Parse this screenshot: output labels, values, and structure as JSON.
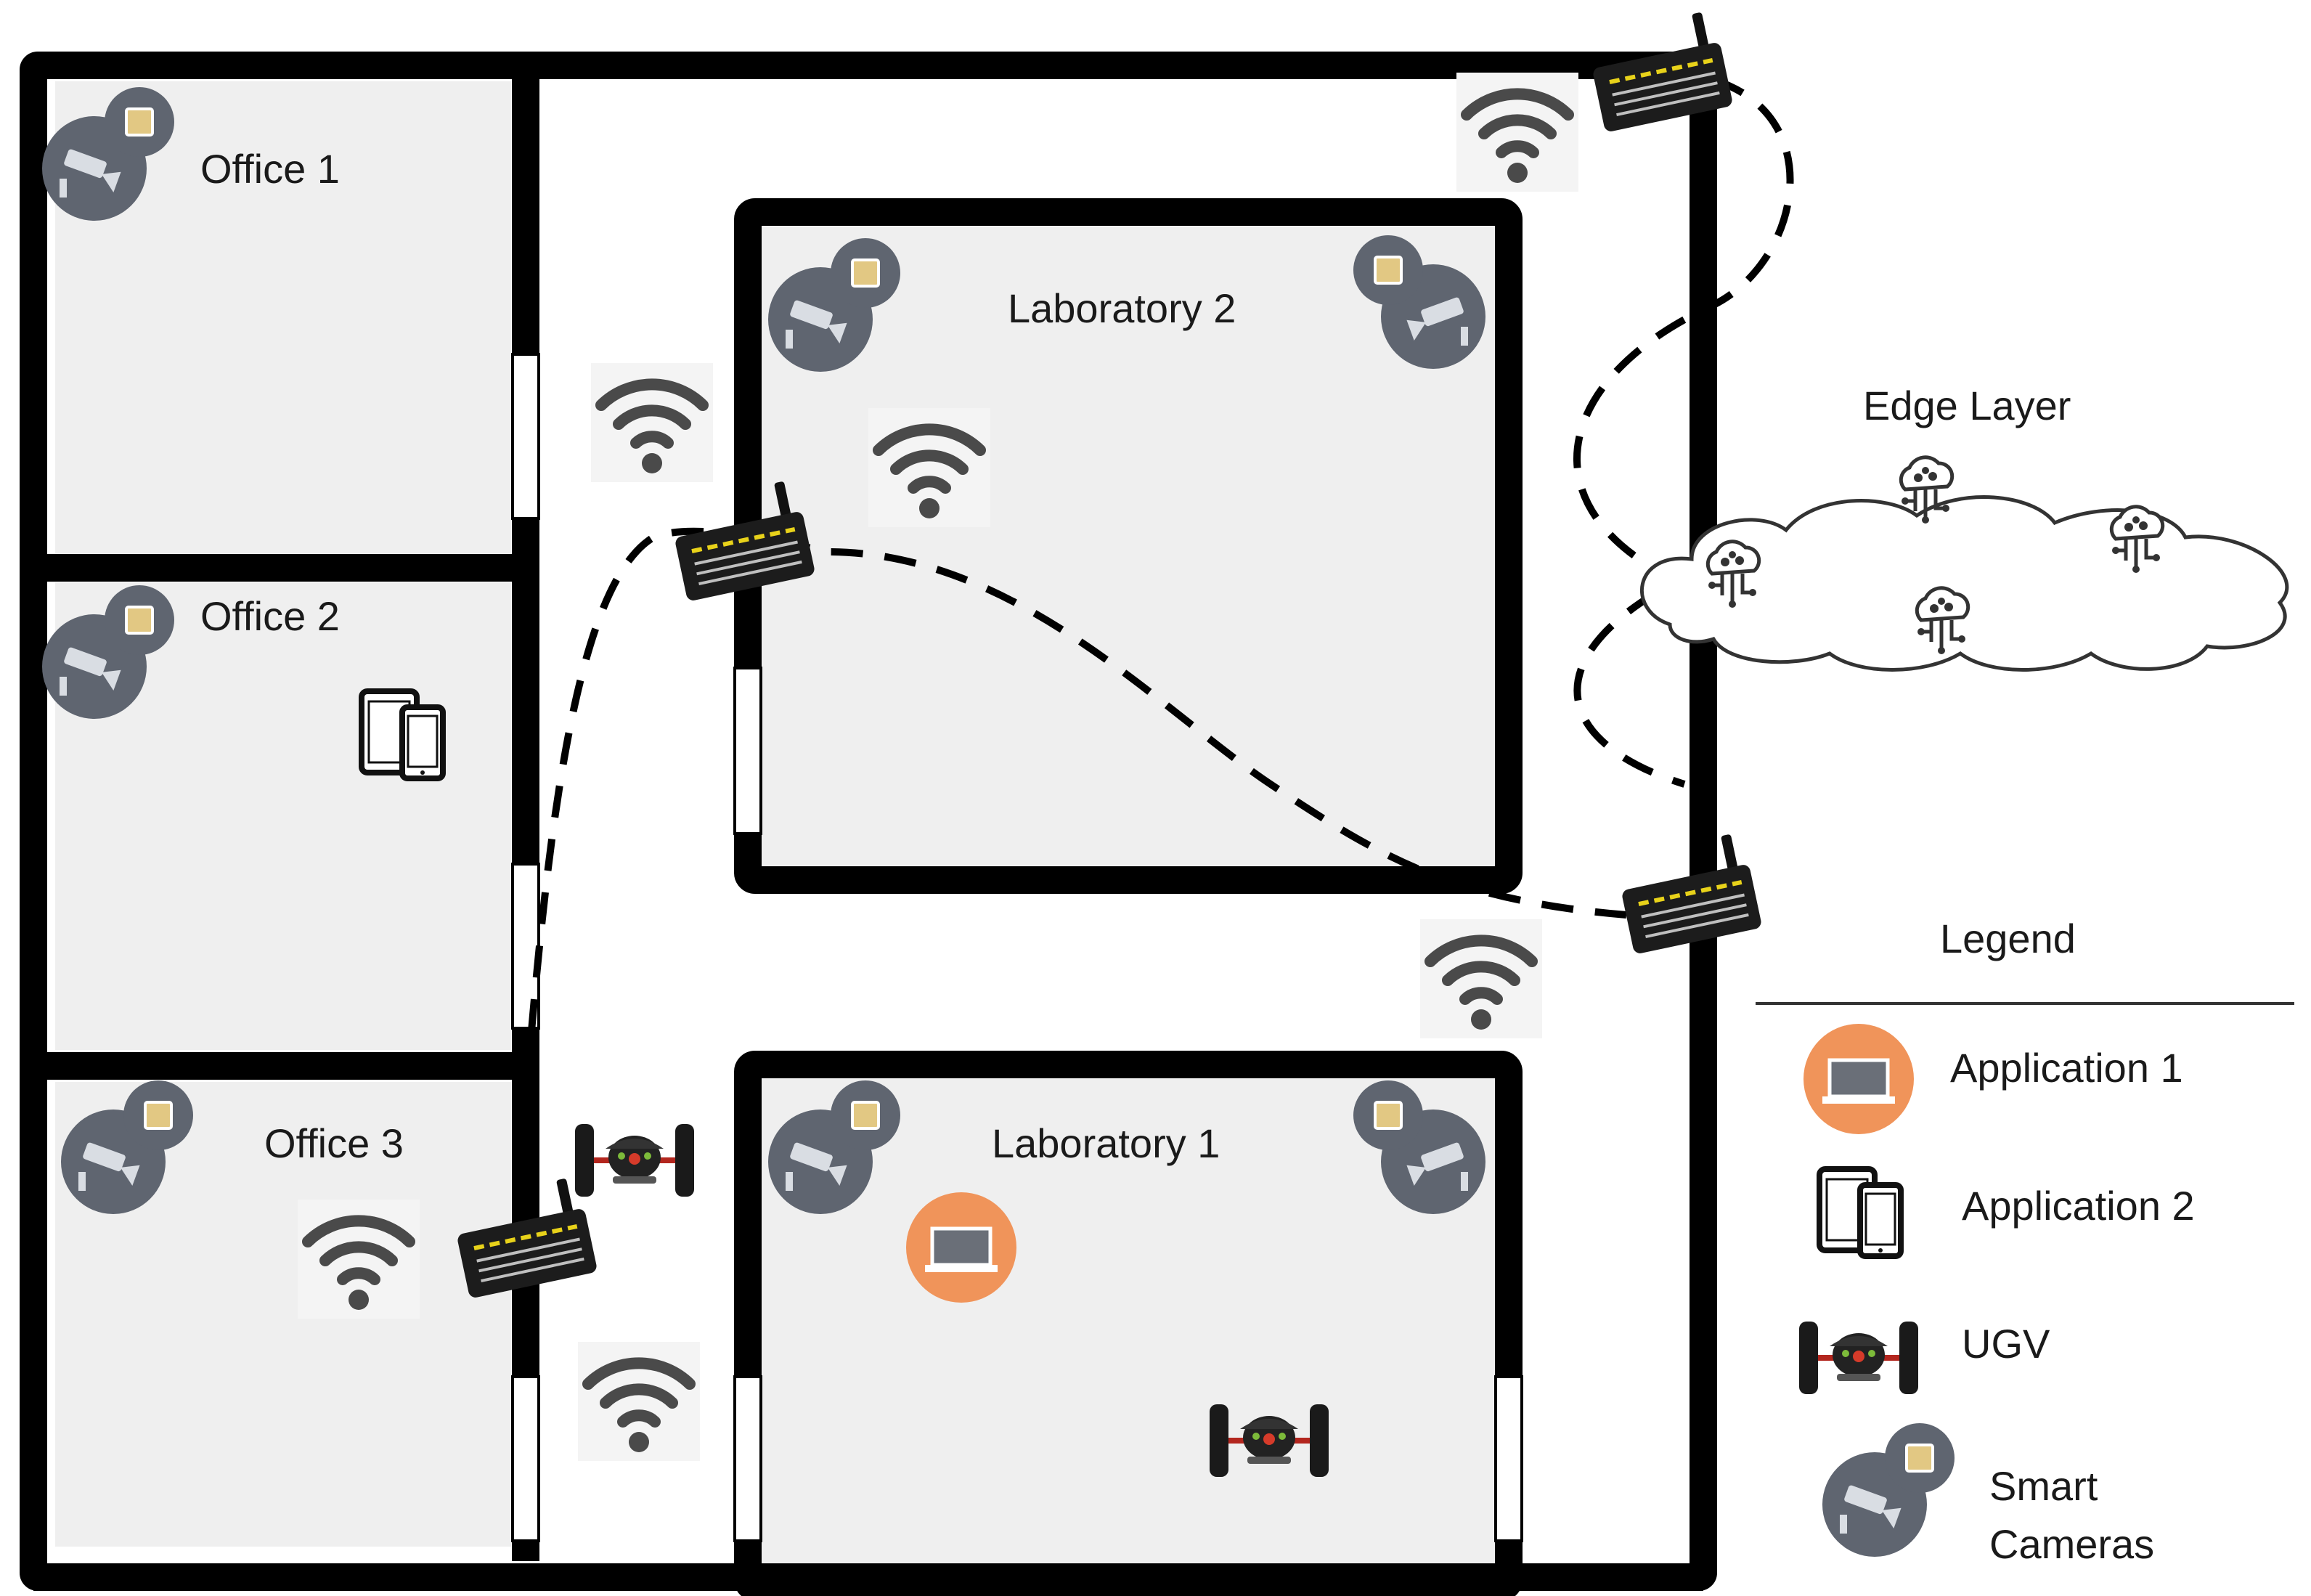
{
  "rooms": {
    "office1": "Office 1",
    "office2": "Office 2",
    "office3": "Office 3",
    "lab1": "Laboratory 1",
    "lab2": "Laboratory 2"
  },
  "edge_layer": "Edge Layer",
  "legend": {
    "title": "Legend",
    "application1": "Application 1",
    "application2": "Application 2",
    "ugv": "UGV",
    "smart_cameras_line1": "Smart",
    "smart_cameras_line2": "Cameras"
  },
  "colors": {
    "wall": "#000000",
    "room_fill": "#efefef",
    "camera_disc": "#5f6570",
    "chip": "#e2c883",
    "application1": "#f0945a",
    "wifi": "#4a4a4a",
    "router_stripe": "#e8d21a"
  },
  "icons": [
    "smart-camera-icon",
    "wifi-icon",
    "router-icon",
    "ugv-icon",
    "tablet-phone-icon",
    "laptop-icon",
    "cloud-icon"
  ]
}
